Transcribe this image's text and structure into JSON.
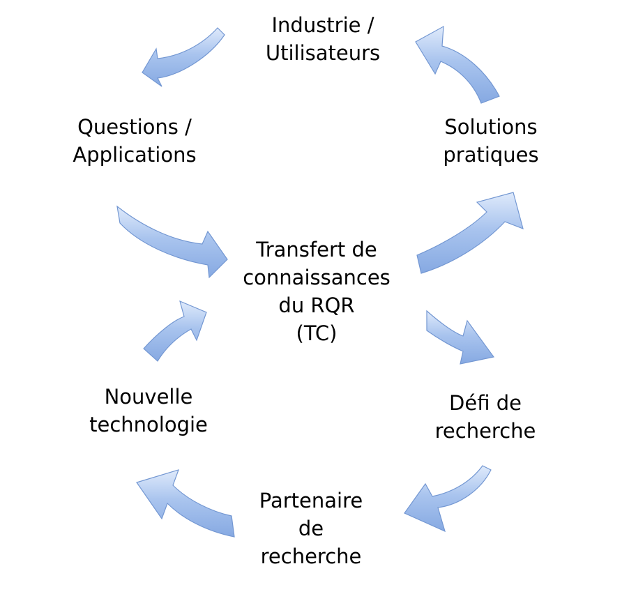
{
  "diagram": {
    "center": {
      "lines": [
        "Transfert de",
        "connaissances",
        "du RQR",
        "(TC)"
      ]
    },
    "nodes": {
      "industry": {
        "lines": [
          "Industrie /",
          "Utilisateurs"
        ]
      },
      "questions": {
        "lines": [
          "Questions /",
          "Applications"
        ]
      },
      "solutions": {
        "lines": [
          "Solutions",
          "pratiques"
        ]
      },
      "technology": {
        "lines": [
          "Nouvelle",
          "technologie"
        ]
      },
      "challenge": {
        "lines": [
          "Défi de",
          "recherche"
        ]
      },
      "partner": {
        "lines": [
          "Partenaire",
          "de",
          "recherche"
        ]
      }
    },
    "arrow_color": "#8fb2e8",
    "arrow_edge_color": "#6f93cf",
    "arrow_highlight_color": "#dfeafb"
  }
}
